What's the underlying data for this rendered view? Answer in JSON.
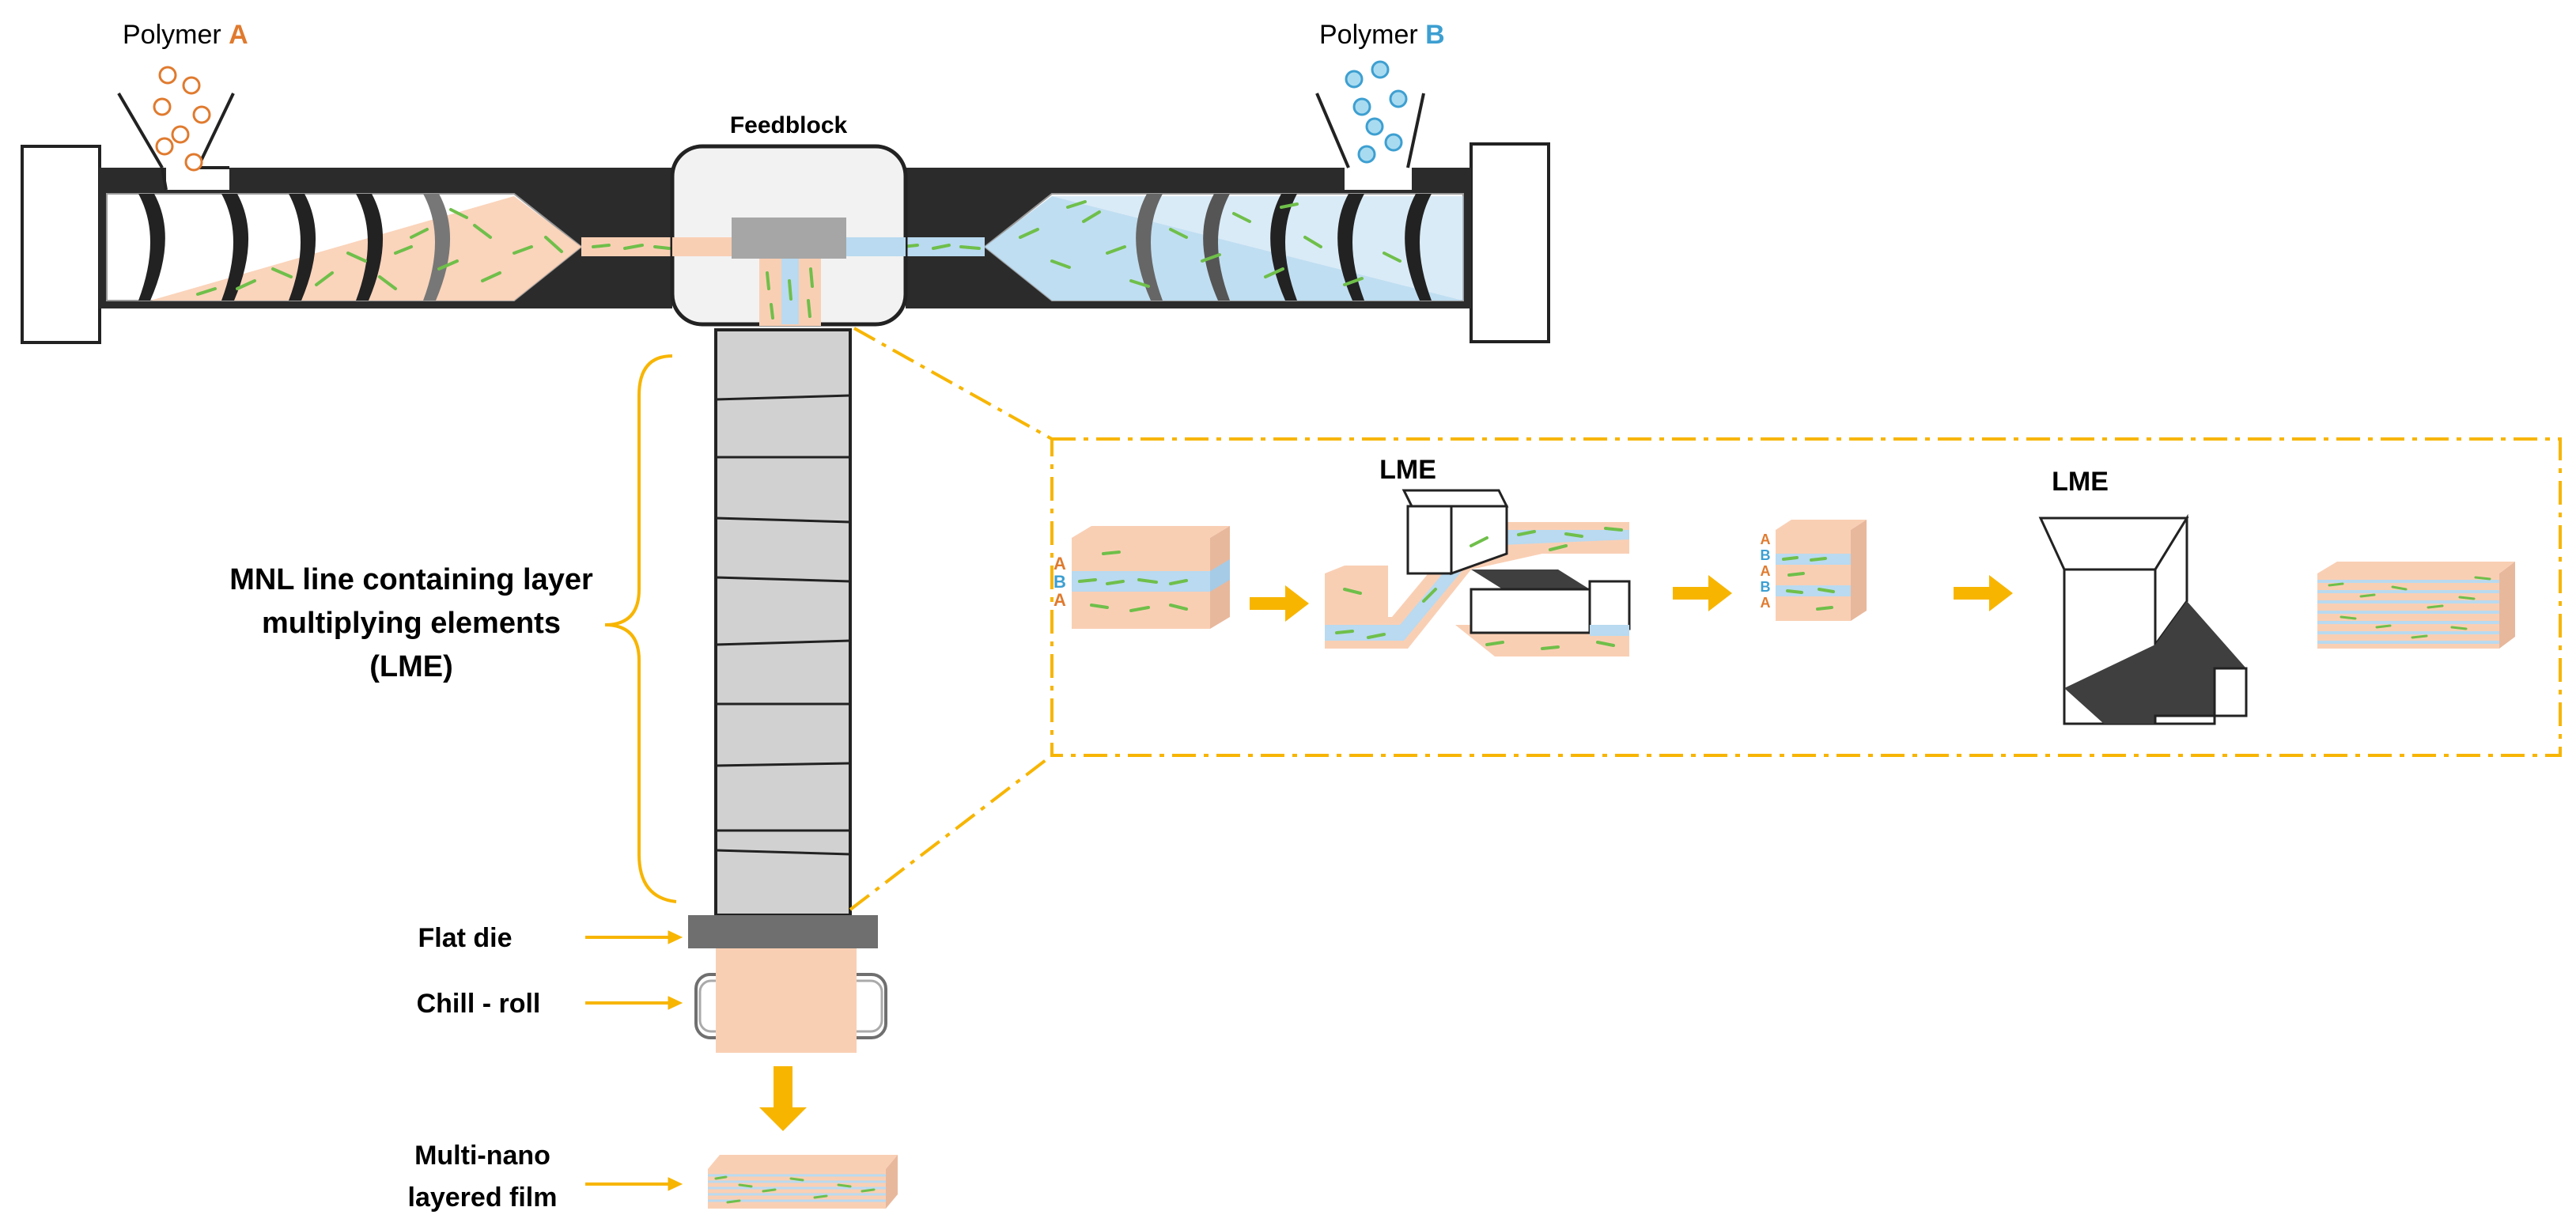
{
  "labels": {
    "polymer_a_prefix": "Polymer",
    "polymer_a_letter": "A",
    "polymer_b_prefix": "Polymer",
    "polymer_b_letter": "B",
    "feedblock": "Feedblock",
    "mnl_line_1": "MNL line containing layer",
    "mnl_line_2": "multiplying elements",
    "mnl_line_3": "(LME)",
    "flat_die": "Flat die",
    "chill_roll": "Chill - roll",
    "multinano_1": "Multi-nano",
    "multinano_2": "layered film",
    "lme_first": "LME",
    "lme_second": "LME",
    "stack_abа": [
      "A",
      "B",
      "A"
    ],
    "stack_abab": [
      "A",
      "B",
      "A",
      "B",
      "A"
    ]
  },
  "colors": {
    "polymer_a": "#e07a2e",
    "polymer_b": "#3d9fd1",
    "film_peach": "#f9cfb4",
    "film_blue": "#b9daf0",
    "filler_green": "#6fbf4a",
    "barrel_dark": "#2b2b2b",
    "arrow_yellow": "#f7b500",
    "die_gray": "#6f6f6f",
    "lme_gray": "#cfcfcf",
    "dark_block": "#3f3f3f"
  }
}
